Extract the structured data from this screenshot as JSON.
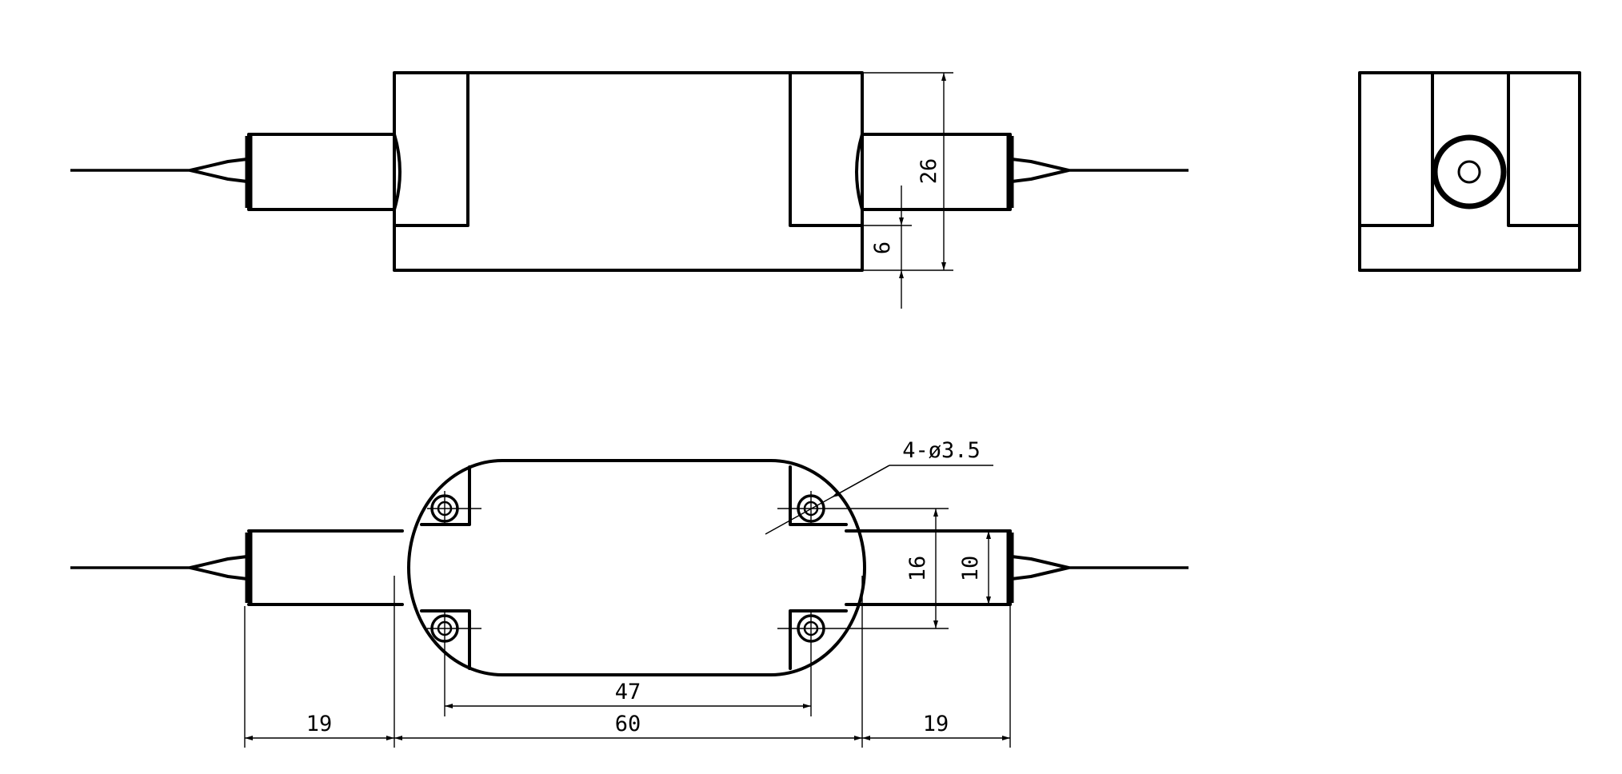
{
  "dimensions": {
    "height_26": "26",
    "height_6": "6",
    "hole_note": "4-ø3.5",
    "spacing_16": "16",
    "width_10": "10",
    "hole_pitch_47": "47",
    "body_length_60": "60",
    "left_tail_19": "19",
    "right_tail_19": "19"
  }
}
